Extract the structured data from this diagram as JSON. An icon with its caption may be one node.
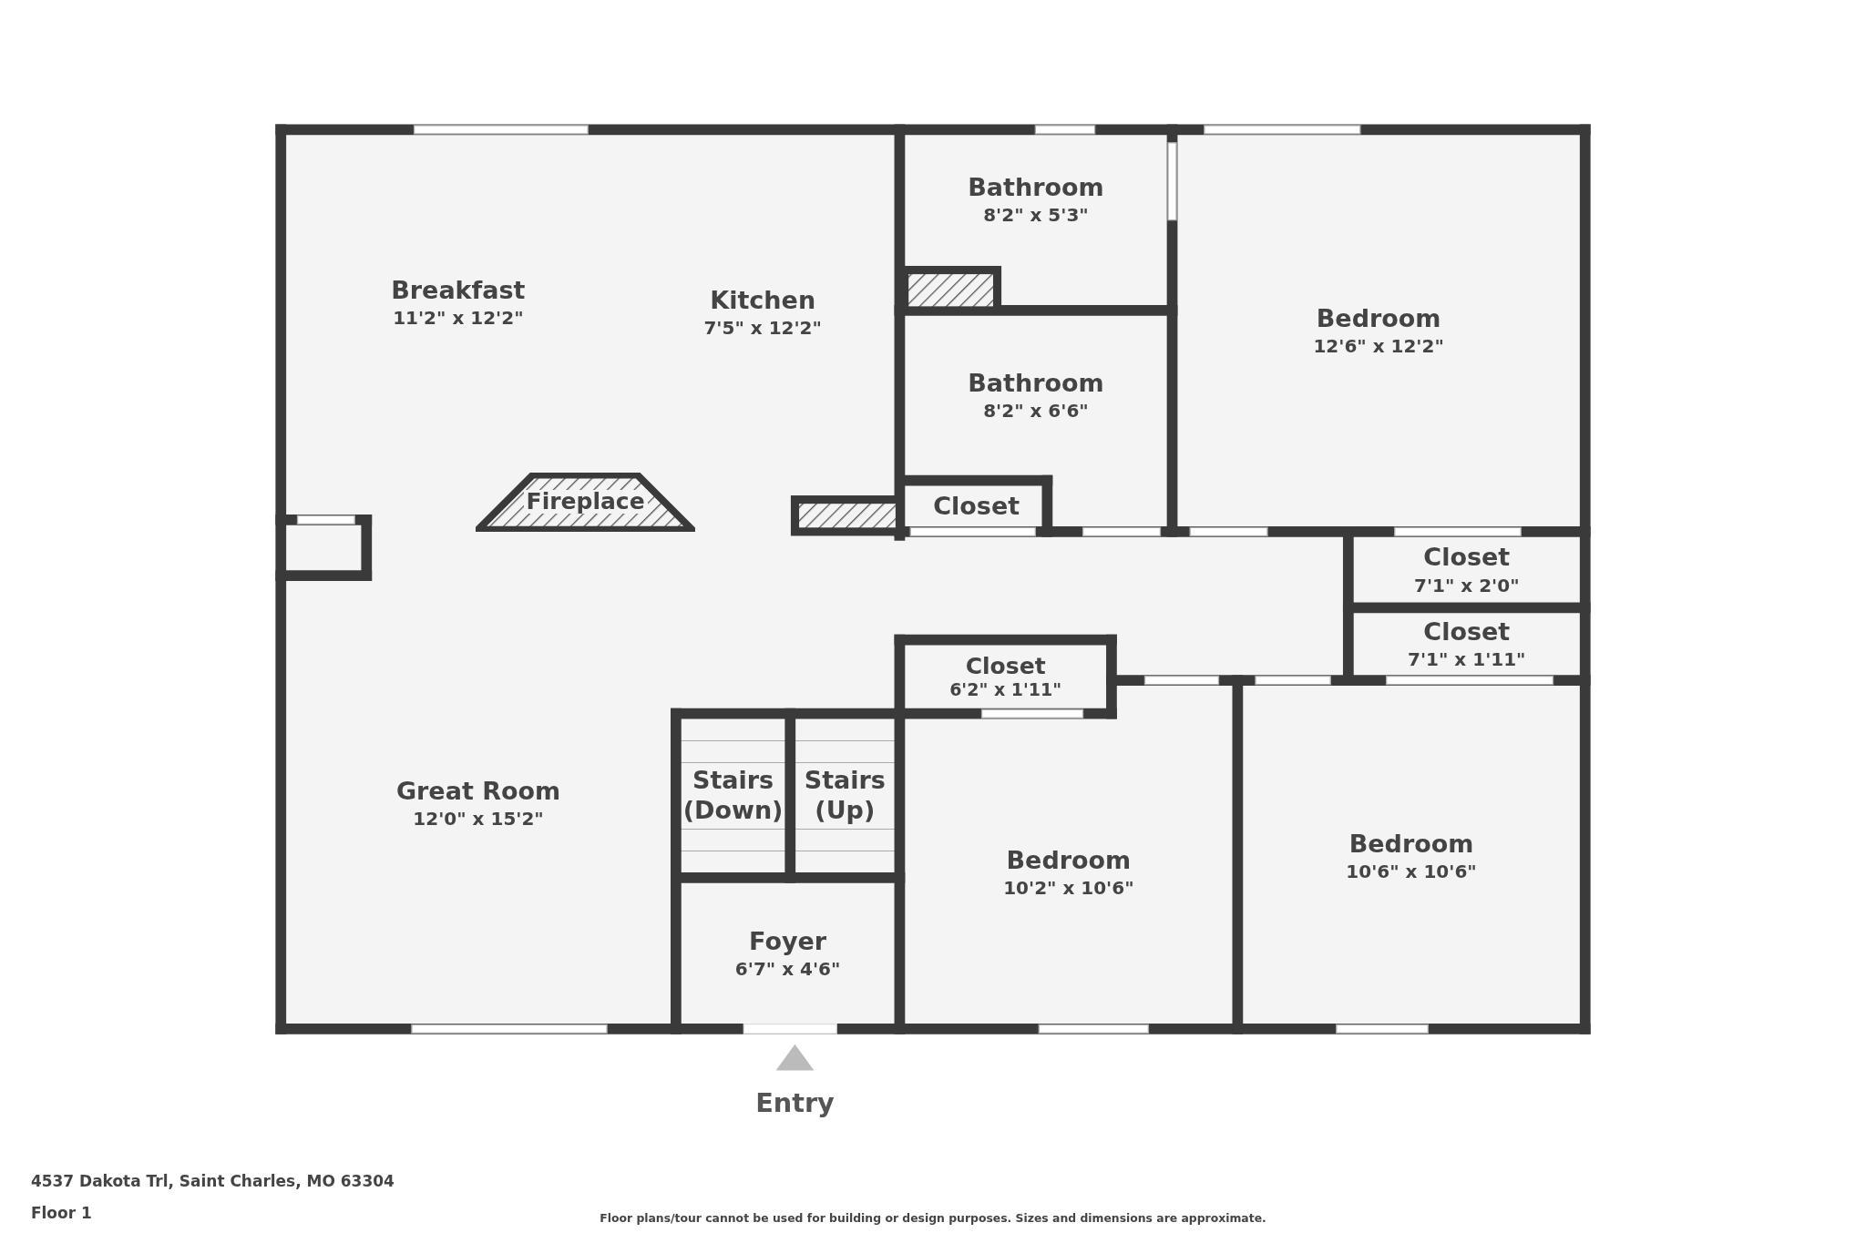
{
  "diagram": {
    "nodes": [
      {
        "text": [
          "Breakfast",
          "11'2\" x 12'2\""
        ]
      },
      {
        "text": [
          "Kitchen",
          "7'5\" x 12'2\""
        ]
      },
      {
        "text": [
          "Bathroom",
          "8'2\" x 5'3\""
        ]
      },
      {
        "text": [
          "Bedroom",
          "12'6\" x 12'2\""
        ]
      },
      {
        "text": [
          "Bathroom",
          "8'2\" x 6'6\""
        ]
      },
      {
        "text": [
          "Fireplace"
        ]
      },
      {
        "text": [
          "Closet"
        ]
      },
      {
        "text": [
          "Closet",
          "7'1\" x 2'0\""
        ]
      },
      {
        "text": [
          "Closet",
          "7'1\" x 1'11\""
        ]
      },
      {
        "text": [
          "Closet",
          "6'2\" x 1'11\""
        ]
      },
      {
        "text": [
          "Great Room",
          "12'0\" x 15'2\""
        ]
      },
      {
        "text": [
          "Stairs (Down)"
        ]
      },
      {
        "text": [
          "Stairs (Up)"
        ]
      },
      {
        "text": [
          "Bedroom",
          "10'2\" x 10'6\""
        ]
      },
      {
        "text": [
          "Bedroom",
          "10'6\" x 10'6\""
        ]
      },
      {
        "text": [
          "Foyer",
          "6'7\" x 4'6\""
        ]
      }
    ],
    "edges": [],
    "labels": [
      "Entry",
      "4537 Dakota Trl, Saint Charles, MO 63304",
      "Floor 1",
      "Floor plans/tour cannot be used for building or design purposes. Sizes and dimensions are approximate."
    ]
  }
}
